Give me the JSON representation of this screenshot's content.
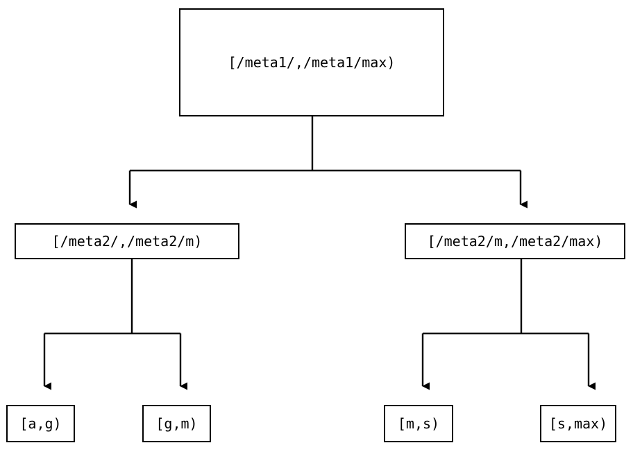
{
  "diagram": {
    "type": "tree",
    "title": "",
    "background_color": "#ffffff",
    "line_color": "#000000",
    "text_color": "#000000",
    "nodes": {
      "root": {
        "id": "root",
        "label": "[/meta1/,/meta1/max)",
        "level": 0
      },
      "mid_left": {
        "id": "mid-left",
        "label": "[/meta2/,/meta2/m)",
        "level": 1
      },
      "mid_right": {
        "id": "mid-right",
        "label": "[/meta2/m,/meta2/max)",
        "level": 1
      },
      "leaf_ag": {
        "id": "leaf-ag",
        "label": "[a,g)",
        "level": 2
      },
      "leaf_gm": {
        "id": "leaf-gm",
        "label": "[g,m)",
        "level": 2
      },
      "leaf_ms": {
        "id": "leaf-ms",
        "label": "[m,s)",
        "level": 2
      },
      "leaf_smax": {
        "id": "leaf-smax",
        "label": "[s,max)",
        "level": 2
      }
    },
    "edges": [
      {
        "from": "root",
        "to": "mid_left",
        "arrow": "down-triangle"
      },
      {
        "from": "root",
        "to": "mid_right",
        "arrow": "down-triangle"
      },
      {
        "from": "mid_left",
        "to": "leaf_ag",
        "arrow": "down-triangle"
      },
      {
        "from": "mid_left",
        "to": "leaf_gm",
        "arrow": "down-triangle"
      },
      {
        "from": "mid_right",
        "to": "leaf_ms",
        "arrow": "down-triangle"
      },
      {
        "from": "mid_right",
        "to": "leaf_smax",
        "arrow": "down-triangle"
      }
    ]
  }
}
